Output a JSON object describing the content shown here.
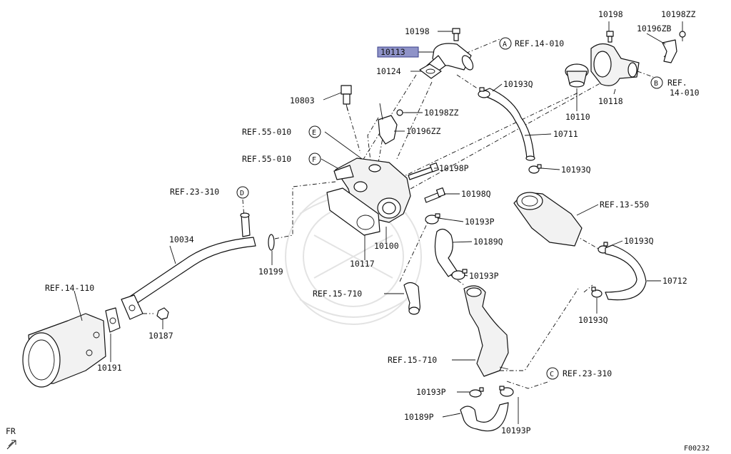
{
  "labels": {
    "l10198_a": "10198",
    "l10113": "10113",
    "l10124": "10124",
    "l10803": "10803",
    "l10198zz_a": "10198ZZ",
    "l10196zz": "10196ZZ",
    "l10198p": "10198P",
    "l10198q": "10198Q",
    "l10193p_a": "10193P",
    "l10100": "10100",
    "l10117": "10117",
    "l10189q": "10189Q",
    "l10193p_b": "10193P",
    "l10034": "10034",
    "l10199": "10199",
    "l10187": "10187",
    "l10191": "10191",
    "l10193q_a": "10193Q",
    "l10110": "10110",
    "l10118": "10118",
    "l10711": "10711",
    "l10193q_b": "10193Q",
    "l10198_b": "10198",
    "l10198zz_b": "10198ZZ",
    "l10196zb": "10196ZB",
    "l10193q_c": "10193Q",
    "l10712": "10712",
    "l10193q_d": "10193Q",
    "l10193p_c": "10193P",
    "l10189p": "10189P",
    "l10193p_d": "10193P"
  },
  "refs": {
    "a": {
      "letter": "A",
      "text": "REF.14-010"
    },
    "b": {
      "letter": "B",
      "text_line1": "REF.",
      "text_line2": "14-010"
    },
    "c": {
      "letter": "C",
      "text": "REF.23-310"
    },
    "d": {
      "letter": "D",
      "text": "REF.23-310"
    },
    "e": {
      "letter": "E",
      "text": "REF.55-010"
    },
    "f": {
      "letter": "F",
      "text": "REF.55-010"
    },
    "r13_550": "REF.13-550",
    "r14_110": "REF.14-110",
    "r15_710_a": "REF.15-710",
    "r15_710_b": "REF.15-710"
  },
  "corner": {
    "fr": "FR",
    "code": "F00232"
  },
  "highlight_color": "#8f93c8"
}
